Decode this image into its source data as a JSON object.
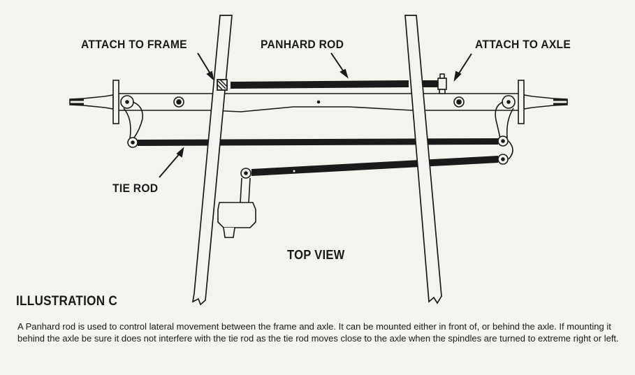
{
  "labels": {
    "attach_frame": "ATTACH TO FRAME",
    "panhard_rod": "PANHARD ROD",
    "attach_axle": "ATTACH TO AXLE",
    "tie_rod": "TIE ROD",
    "top_view": "TOP VIEW"
  },
  "illustration_title": "ILLUSTRATION C",
  "caption": "A Panhard rod is used to control lateral movement between the frame and axle. It can be mounted either in front of, or behind the axle. If mounting it behind the axle be sure it does not interfere with the tie rod as the tie rod moves close to the axle when the spindles are turned to extreme right or left.",
  "colors": {
    "ink": "#1a1a1a",
    "paper": "#f4f3ee"
  }
}
